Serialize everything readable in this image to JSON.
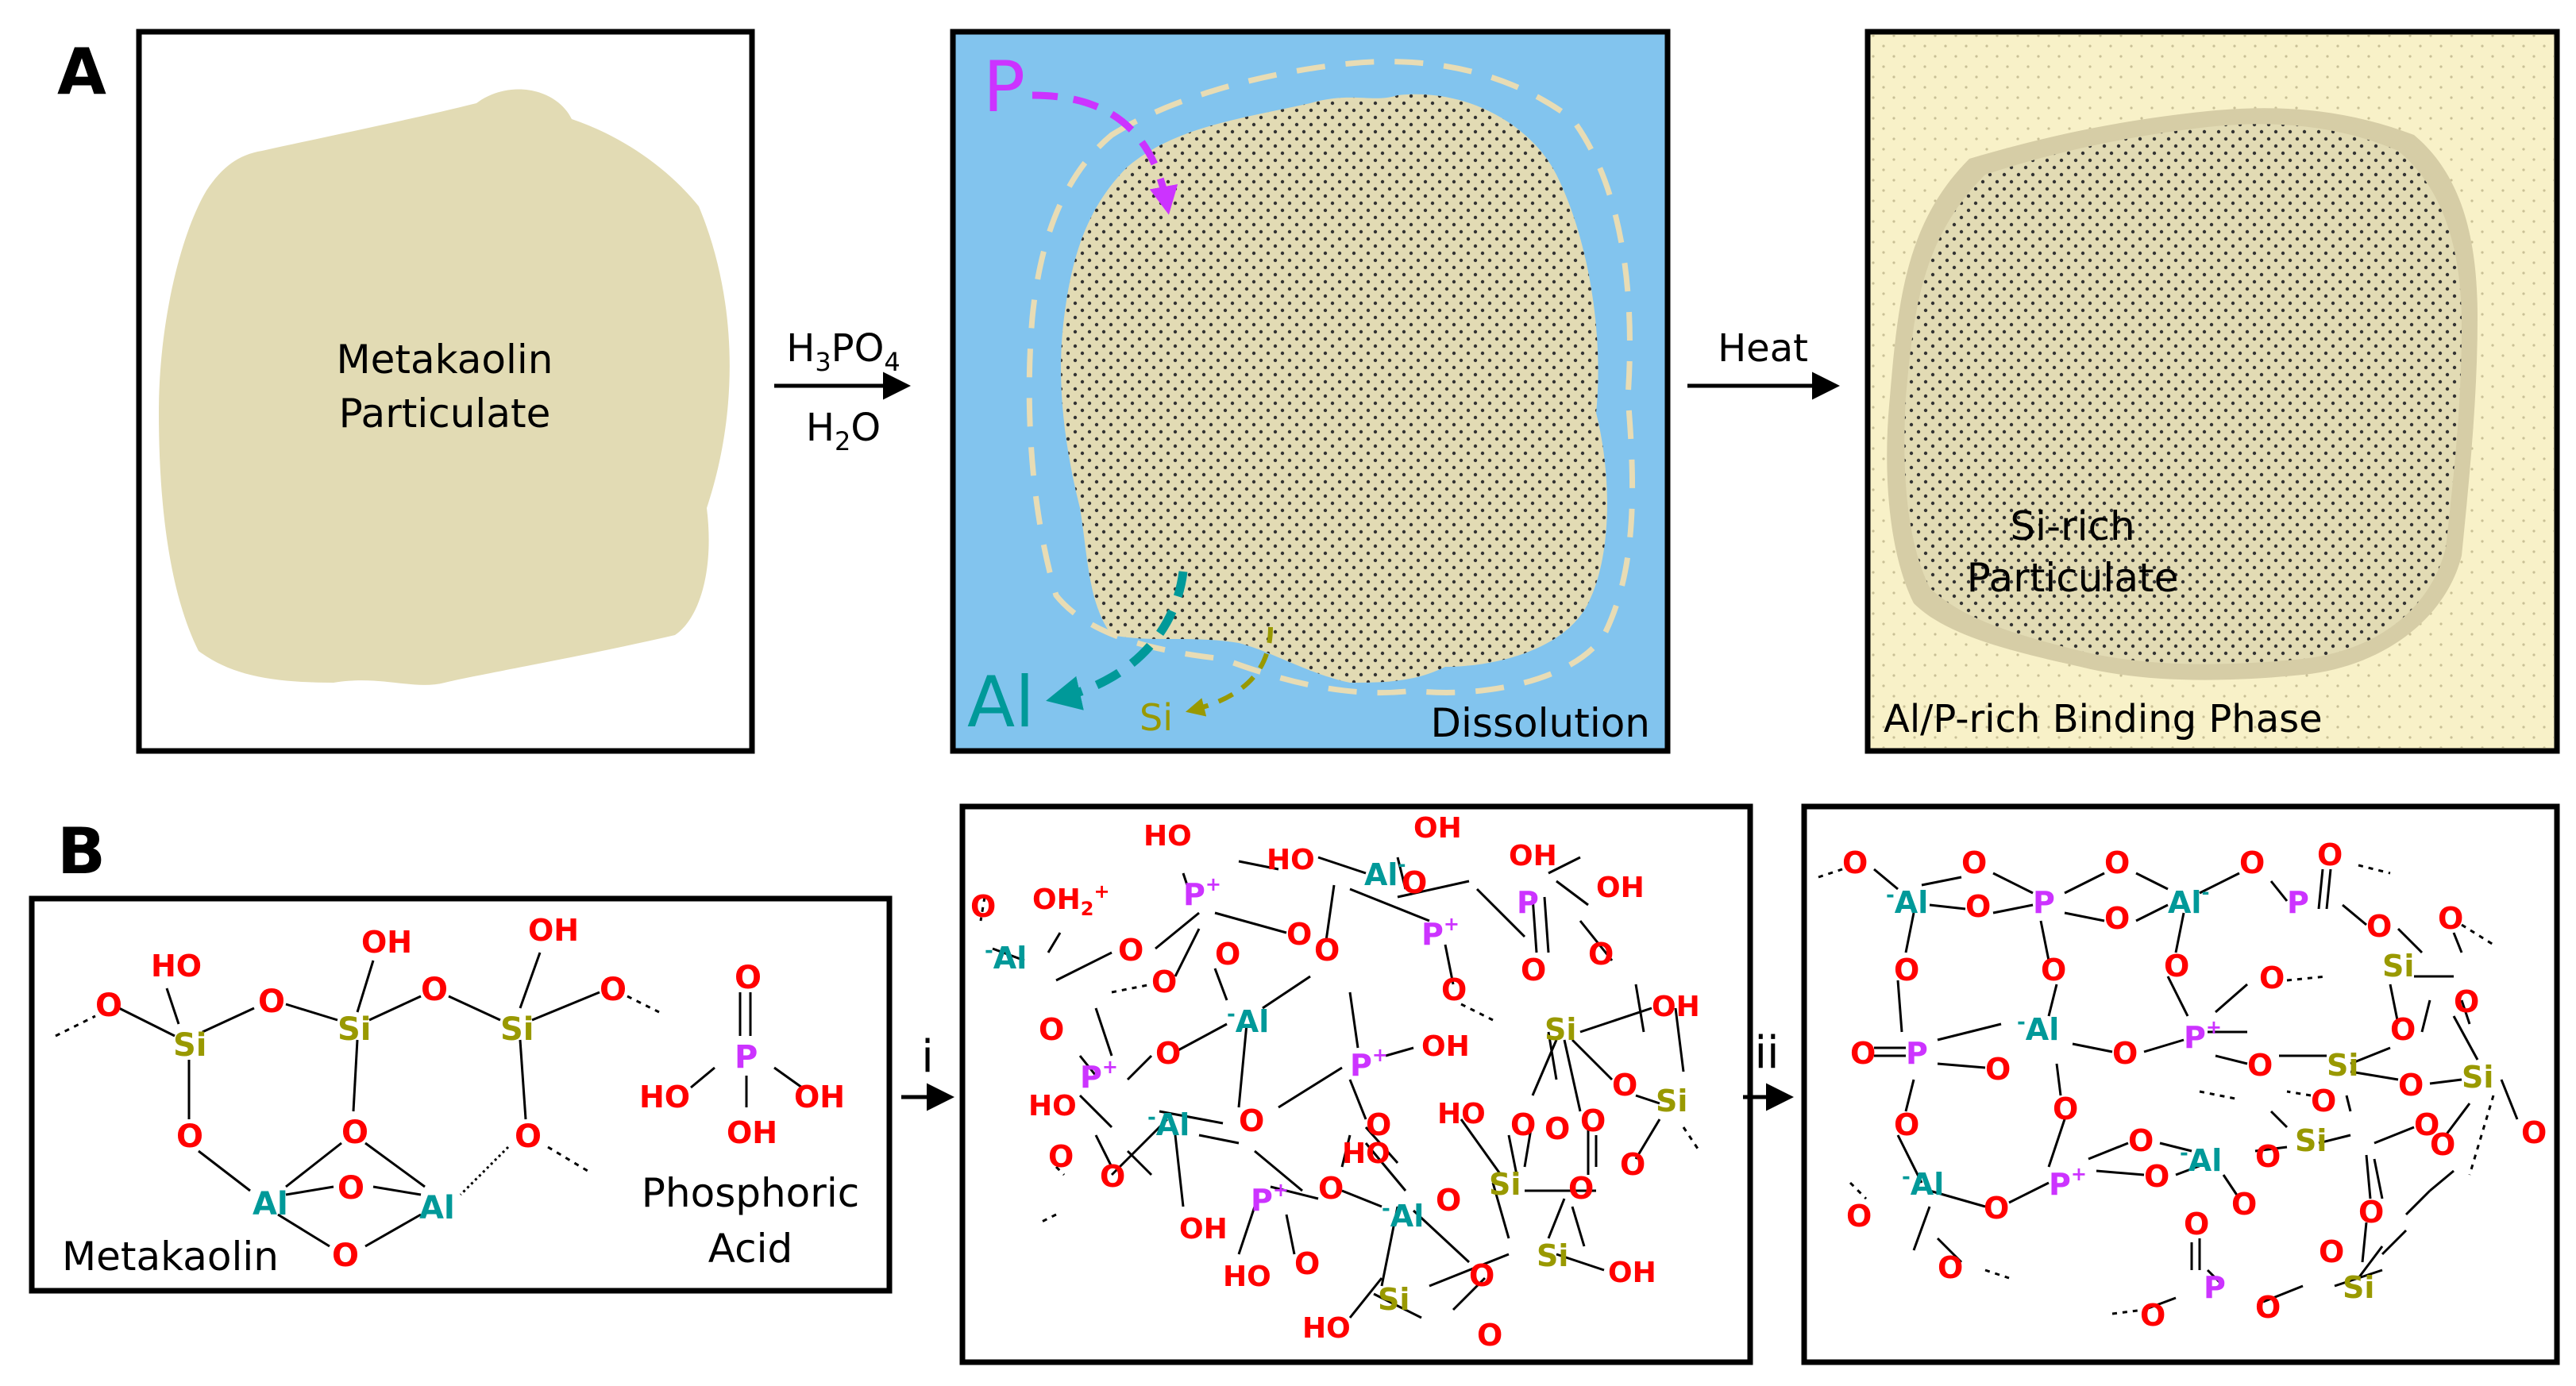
{
  "panel_a": {
    "letter": "A",
    "box1_label_line1": "Metakaolin",
    "box1_label_line2": "Particulate",
    "arrow1_top_main": "H",
    "arrow1_top_sub1": "3",
    "arrow1_top_mid": "PO",
    "arrow1_top_sub2": "4",
    "arrow1_bottom_main": "H",
    "arrow1_bottom_sub": "2",
    "arrow1_bottom_end": "O",
    "box2_p_label": "P",
    "box2_al_label": "Al",
    "box2_si_label": "Si",
    "box2_caption": "Dissolution",
    "arrow2_label": "Heat",
    "box3_label_line1": "Si-rich",
    "box3_label_line2": "Particulate",
    "box3_caption": "Al/P-rich Binding Phase"
  },
  "panel_b": {
    "letter": "B",
    "box1_caption": "Metakaolin",
    "acid_line1": "Phosphoric",
    "acid_line2": "Acid",
    "step1": "i",
    "step2": "ii"
  },
  "colors": {
    "metakaolin": "#e2dbb4",
    "solution": "#82c4ee",
    "binding_phase": "#f8f1c8",
    "oxygen": "#ff0000",
    "silicon": "#999900",
    "aluminum": "#009999",
    "phosphorus": "#cc33ff"
  }
}
